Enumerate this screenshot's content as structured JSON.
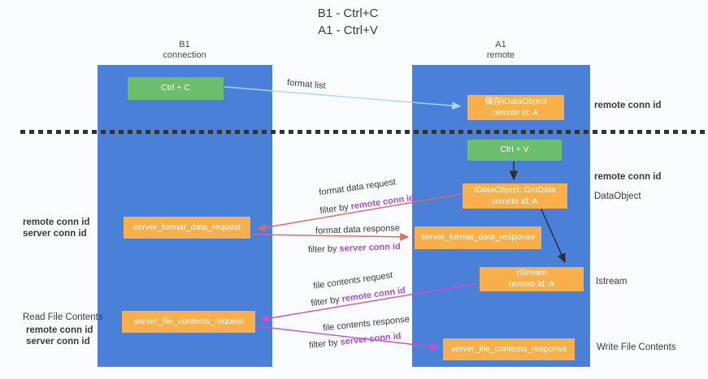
{
  "title": {
    "line1": "B1 - Ctrl+C",
    "line2": "A1 - Ctrl+V"
  },
  "columns": {
    "left": {
      "header_line1": "B1",
      "header_line2": "connection"
    },
    "right": {
      "header_line1": "A1",
      "header_line2": "remote"
    }
  },
  "nodes": {
    "ctrl_c": "Ctrl + C",
    "ctrl_v": "Ctrl + V",
    "save_idataobject": {
      "line1": "保存IDataObject",
      "line2": "remote id: A"
    },
    "getdata": {
      "line1": "IDataObject::GetData",
      "line2": "remote id: A"
    },
    "istream": {
      "line1": "IStream",
      "line2": "remote id: A"
    },
    "server_format_data_request": "server_format_data_request",
    "server_format_data_response": "server_format_data_response",
    "server_file_contents_request": "server_file_contents_request",
    "server_file_contents_response": "server_file_contents_response"
  },
  "flow_labels": {
    "format_list": "format list",
    "format_data_request": "format data request",
    "format_data_response": "format data response",
    "file_contents_request": "file contents request",
    "file_contents_response": "file contents response",
    "filter_by": "filter by ",
    "remote_conn_id": "remote conn id",
    "server_conn_id": "server conn id"
  },
  "annotations": {
    "remote_conn_id": "remote conn id",
    "server_conn_id": "server conn id",
    "data_object": "DataObject",
    "istream": "Istream",
    "read_file_contents": "Read File Contents",
    "write_file_contents": "Write File Contents"
  },
  "colors": {
    "lane_blue": "#4a80d8",
    "node_green": "#6cbe6d",
    "node_orange": "#f9b04a",
    "arrow_lightblue": "#aad6f5",
    "arrow_red": "#e06868",
    "arrow_magenta": "#cb4fcf",
    "arrow_black": "#2e2e2e",
    "text_purple": "#a84fd3",
    "text_green": "#55a55d",
    "background": "#fafbfc"
  }
}
